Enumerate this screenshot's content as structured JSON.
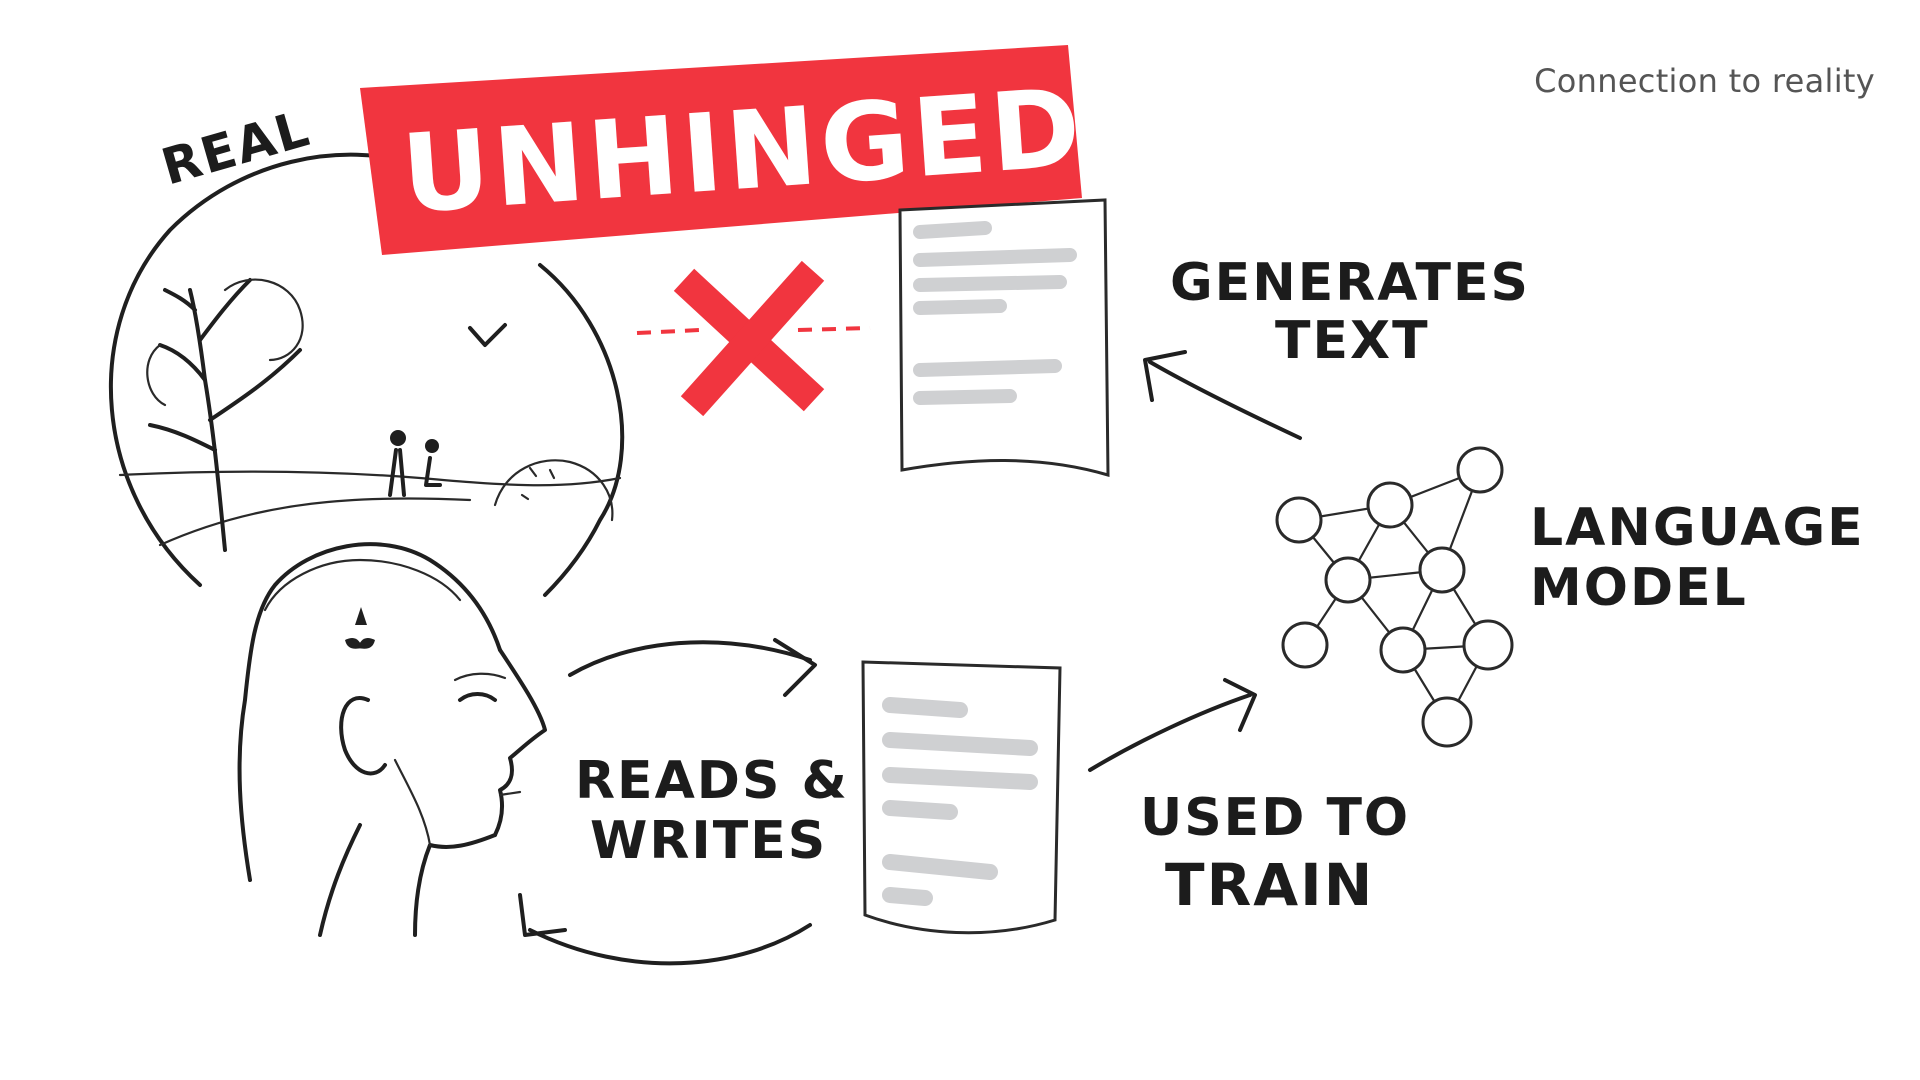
{
  "caption": "Connection to reality",
  "banner": {
    "text": "UNHINGED",
    "color": "#f1353f"
  },
  "labels": {
    "real": "REAL",
    "generates_line1": "GENERATES",
    "generates_line2": "TEXT",
    "language_line1": "LANGUAGE",
    "language_line2": "MODEL",
    "reads_line1": "READS &",
    "reads_line2": "WRITES",
    "used_line1": "USED TO",
    "used_line2": "TRAIN"
  },
  "colors": {
    "ink": "#1f1f1f",
    "accent": "#f1353f",
    "paper_lines": "#cfd0d2"
  },
  "icons": {
    "cross": "red-x-icon",
    "person": "person-head-icon",
    "network": "neural-network-icon",
    "document": "document-icon"
  }
}
